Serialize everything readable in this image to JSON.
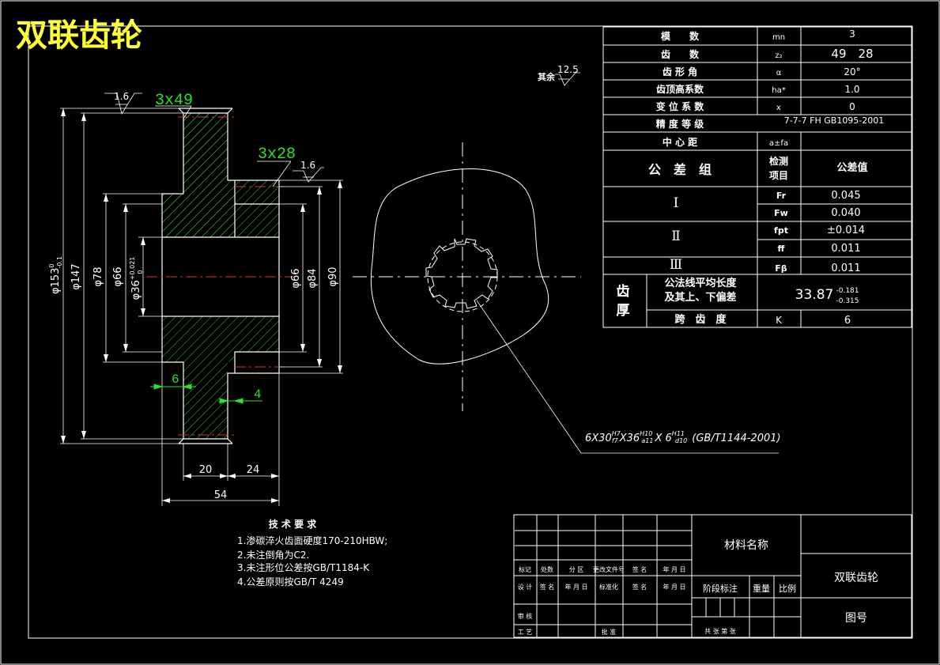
{
  "drawing": {
    "title": "双联齿轮",
    "other_finish_label": "其余",
    "other_finish_value": "12.5",
    "spline_note": "6X30H7/f7 X36H10/a11 X 6 H11/d10 (GB/T1144-2001)",
    "spline_note_parts": {
      "a": "6X30",
      "a_top": "H7",
      "a_bot": "f7",
      "b": "X36",
      "b_top": "H10",
      "b_bot": "a11",
      "c": "X 6",
      "c_top": "H11",
      "c_bot": "d10",
      "d": "(GB/T1144-2001)"
    }
  },
  "dims": {
    "d153": "φ153",
    "d153_tol_top": "0",
    "d153_tol_bot": "-0.1",
    "d147": "φ147",
    "d78": "φ78",
    "d66_left": "φ66",
    "d36": "φ36",
    "d36_tol_top": "+0.021",
    "d36_tol_bot": "0",
    "d66_right": "φ66",
    "d84": "φ84",
    "d90": "φ90",
    "roughness1": "1.6",
    "roughness2": "1.6",
    "teeth1": "3x49",
    "teeth2": "3x28",
    "w6": "6",
    "w4": "4",
    "w20": "20",
    "w24": "24",
    "w54": "54"
  },
  "params": [
    {
      "name": "模　　数",
      "sym": "mn",
      "val": "3"
    },
    {
      "name": "齿　　数",
      "sym": "z₂",
      "val": "49　28"
    },
    {
      "name": "齿 形 角",
      "sym": "α",
      "val": "20°"
    },
    {
      "name": "齿顶高系数",
      "sym": "ha*",
      "val": "1.0"
    },
    {
      "name": "变 位 系 数",
      "sym": "x",
      "val": "0"
    },
    {
      "name": "精 度 等 级",
      "sym": "",
      "val": "7-7-7 FH GB1095-2001"
    },
    {
      "name": "中 心 距",
      "sym": "a±fa",
      "val": ""
    }
  ],
  "tolerance": {
    "group_label": "公　差　组",
    "item_label": "检测项目",
    "value_label": "公差值",
    "rows": [
      {
        "group": "Ⅰ",
        "items": [
          {
            "sym": "Fr",
            "val": "0.045"
          },
          {
            "sym": "Fw",
            "val": "0.040"
          }
        ]
      },
      {
        "group": "Ⅱ",
        "items": [
          {
            "sym": "fpt",
            "val": "±0.014"
          },
          {
            "sym": "ff",
            "val": "0.011"
          }
        ]
      },
      {
        "group": "Ⅲ",
        "items": [
          {
            "sym": "Fβ",
            "val": "0.011"
          }
        ]
      }
    ]
  },
  "thickness": {
    "label": "齿厚",
    "row1_label": "公法线平均长度及其上、下偏差",
    "row1_val": "33.87",
    "row1_up": "-0.181",
    "row1_down": "-0.315",
    "row2_label": "跨　齿　度",
    "row2_sym": "K",
    "row2_val": "6"
  },
  "tech": {
    "title": "技 术 要 求",
    "lines": [
      "1.渗碳淬火齿面硬度170-210HBW;",
      "2.未注倒角为C2.",
      "3.未注形位公差按GB/T1184-K",
      "4.公差原则按GB/T 4249"
    ]
  },
  "title_block": {
    "material": "材料名称",
    "part_name": "双联齿轮",
    "drawing_no": "图号",
    "stage_mark": "阶段标注",
    "weight": "重量",
    "scale": "比例",
    "row_a": [
      "标记",
      "处数",
      "分 区",
      "更改文件号",
      "签 名",
      "年 月 日"
    ],
    "row_b": [
      "设 计",
      "签 名",
      "年 月 日",
      "标准化",
      "签 名",
      "年 月 日"
    ],
    "review": "审 核",
    "process": "工 艺",
    "approve": "批 准",
    "sheets": "共 张 第 张"
  }
}
